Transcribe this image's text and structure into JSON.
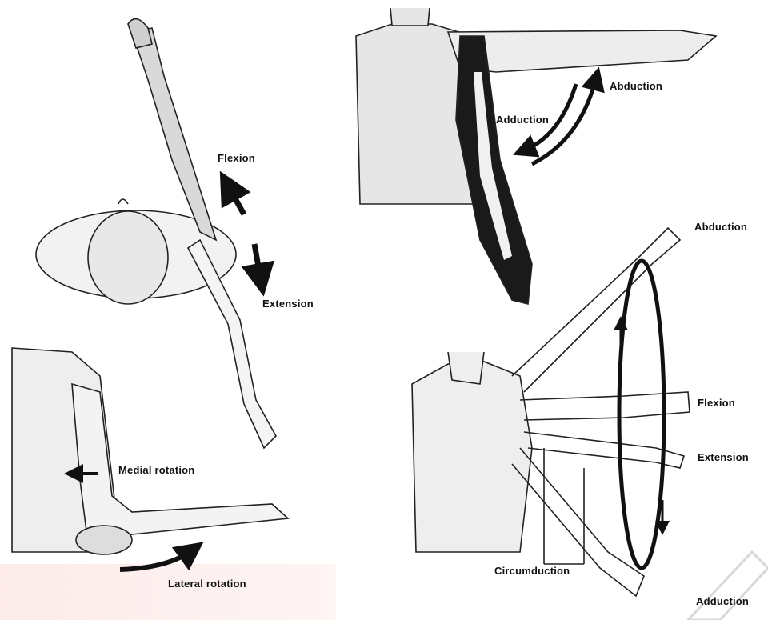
{
  "labels": {
    "flexion_top": "Flexion",
    "extension_top": "Extension",
    "abduction_top": "Abduction",
    "adduction_top": "Adduction",
    "medial_rotation": "Medial rotation",
    "lateral_rotation": "Lateral rotation",
    "abduction_right": "Abduction",
    "flexion_right": "Flexion",
    "extension_right": "Extension",
    "circumduction": "Circumduction",
    "adduction_right": "Adduction"
  },
  "colors": {
    "ink": "#111111",
    "watermark": "#e53935"
  }
}
